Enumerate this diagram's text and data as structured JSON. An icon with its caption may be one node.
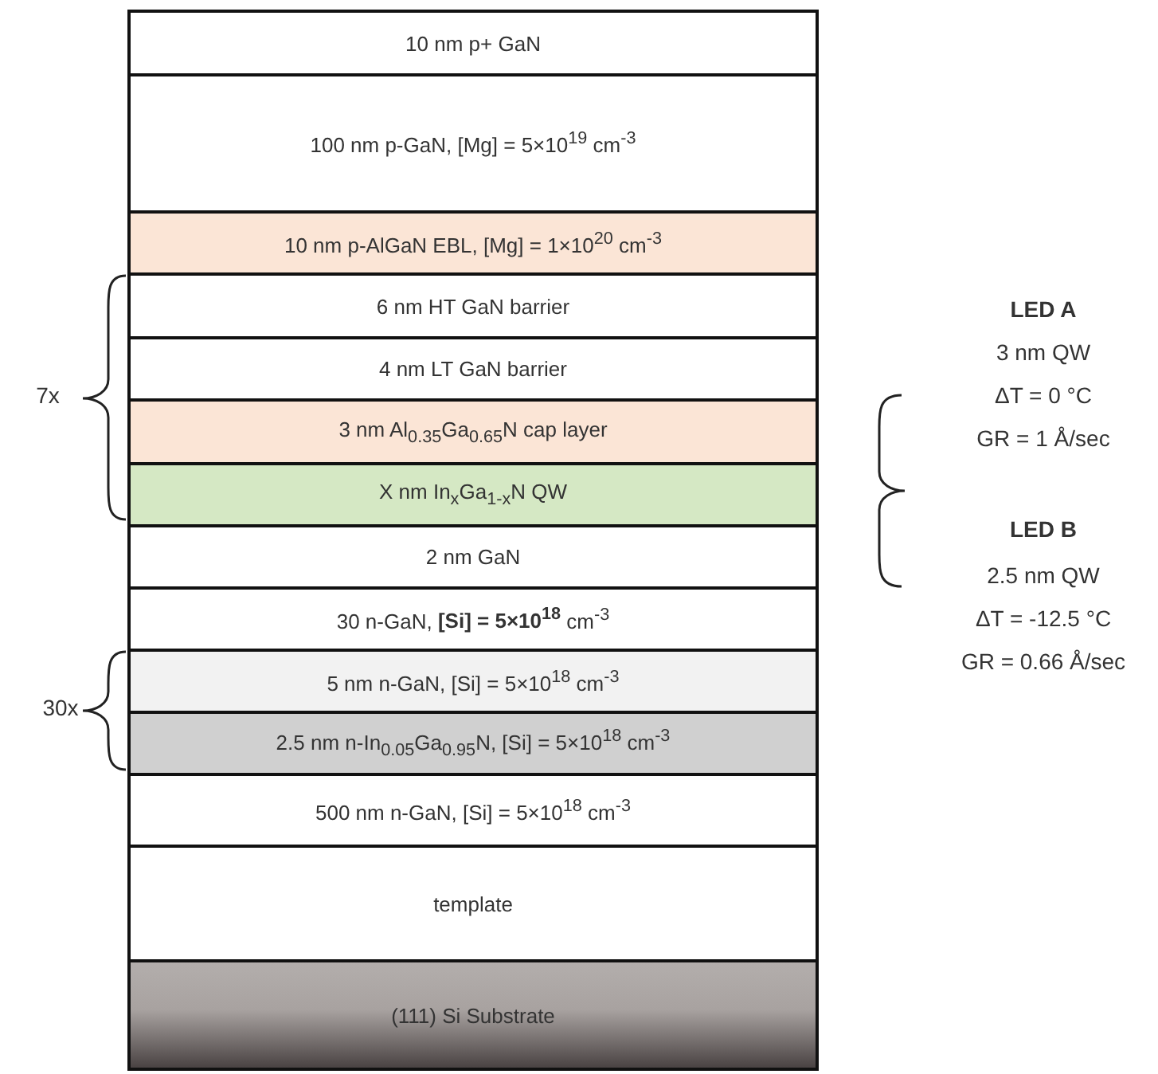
{
  "diagram": {
    "nodes": [
      {
        "text": [
          "10 nm p+ GaN"
        ]
      },
      {
        "text": [
          "100 nm p-GaN, [Mg] = 5×10$^{19}$ cm$^{-3}$"
        ]
      },
      {
        "text": [
          "10 nm p-AlGaN EBL, [Mg] = 1×10$^{20}$ cm$^{-3}$"
        ]
      },
      {
        "text": [
          "6 nm HT GaN barrier"
        ]
      },
      {
        "text": [
          "4 nm LT GaN barrier"
        ]
      },
      {
        "text": [
          "3 nm Al$_{0.35}$Ga$_{0.65}$N cap layer"
        ]
      },
      {
        "text": [
          "X nm In$_{x}$Ga$_{1-x}$N QW"
        ]
      },
      {
        "text": [
          "2 nm GaN"
        ]
      },
      {
        "text": [
          "30 n-GaN, **[Si] = 5×10$^{18}$** cm$^{-3}$"
        ]
      },
      {
        "text": [
          "5 nm n-GaN, [Si] = 5×10$^{18}$ cm$^{-3}$"
        ]
      },
      {
        "text": [
          "2.5 nm n-In$_{0.05}$Ga$_{0.95}$N, [Si] = 5×10$^{18}$ cm$^{-3}$"
        ]
      },
      {
        "text": [
          "500 nm n-GaN, [Si] = 5×10$^{18}$ cm$^{-3}$"
        ]
      },
      {
        "text": [
          "template"
        ]
      },
      {
        "text": [
          "(111) Si Substrate"
        ]
      }
    ],
    "labels": [
      "LED A",
      "3 nm QW",
      "ΔT = 0 °C",
      "GR = 1 Å/sec",
      "7x",
      "LED B",
      "2.5 nm QW",
      "ΔT = -12.5 °C",
      "GR = 0.66 Å/sec",
      "30x"
    ]
  }
}
